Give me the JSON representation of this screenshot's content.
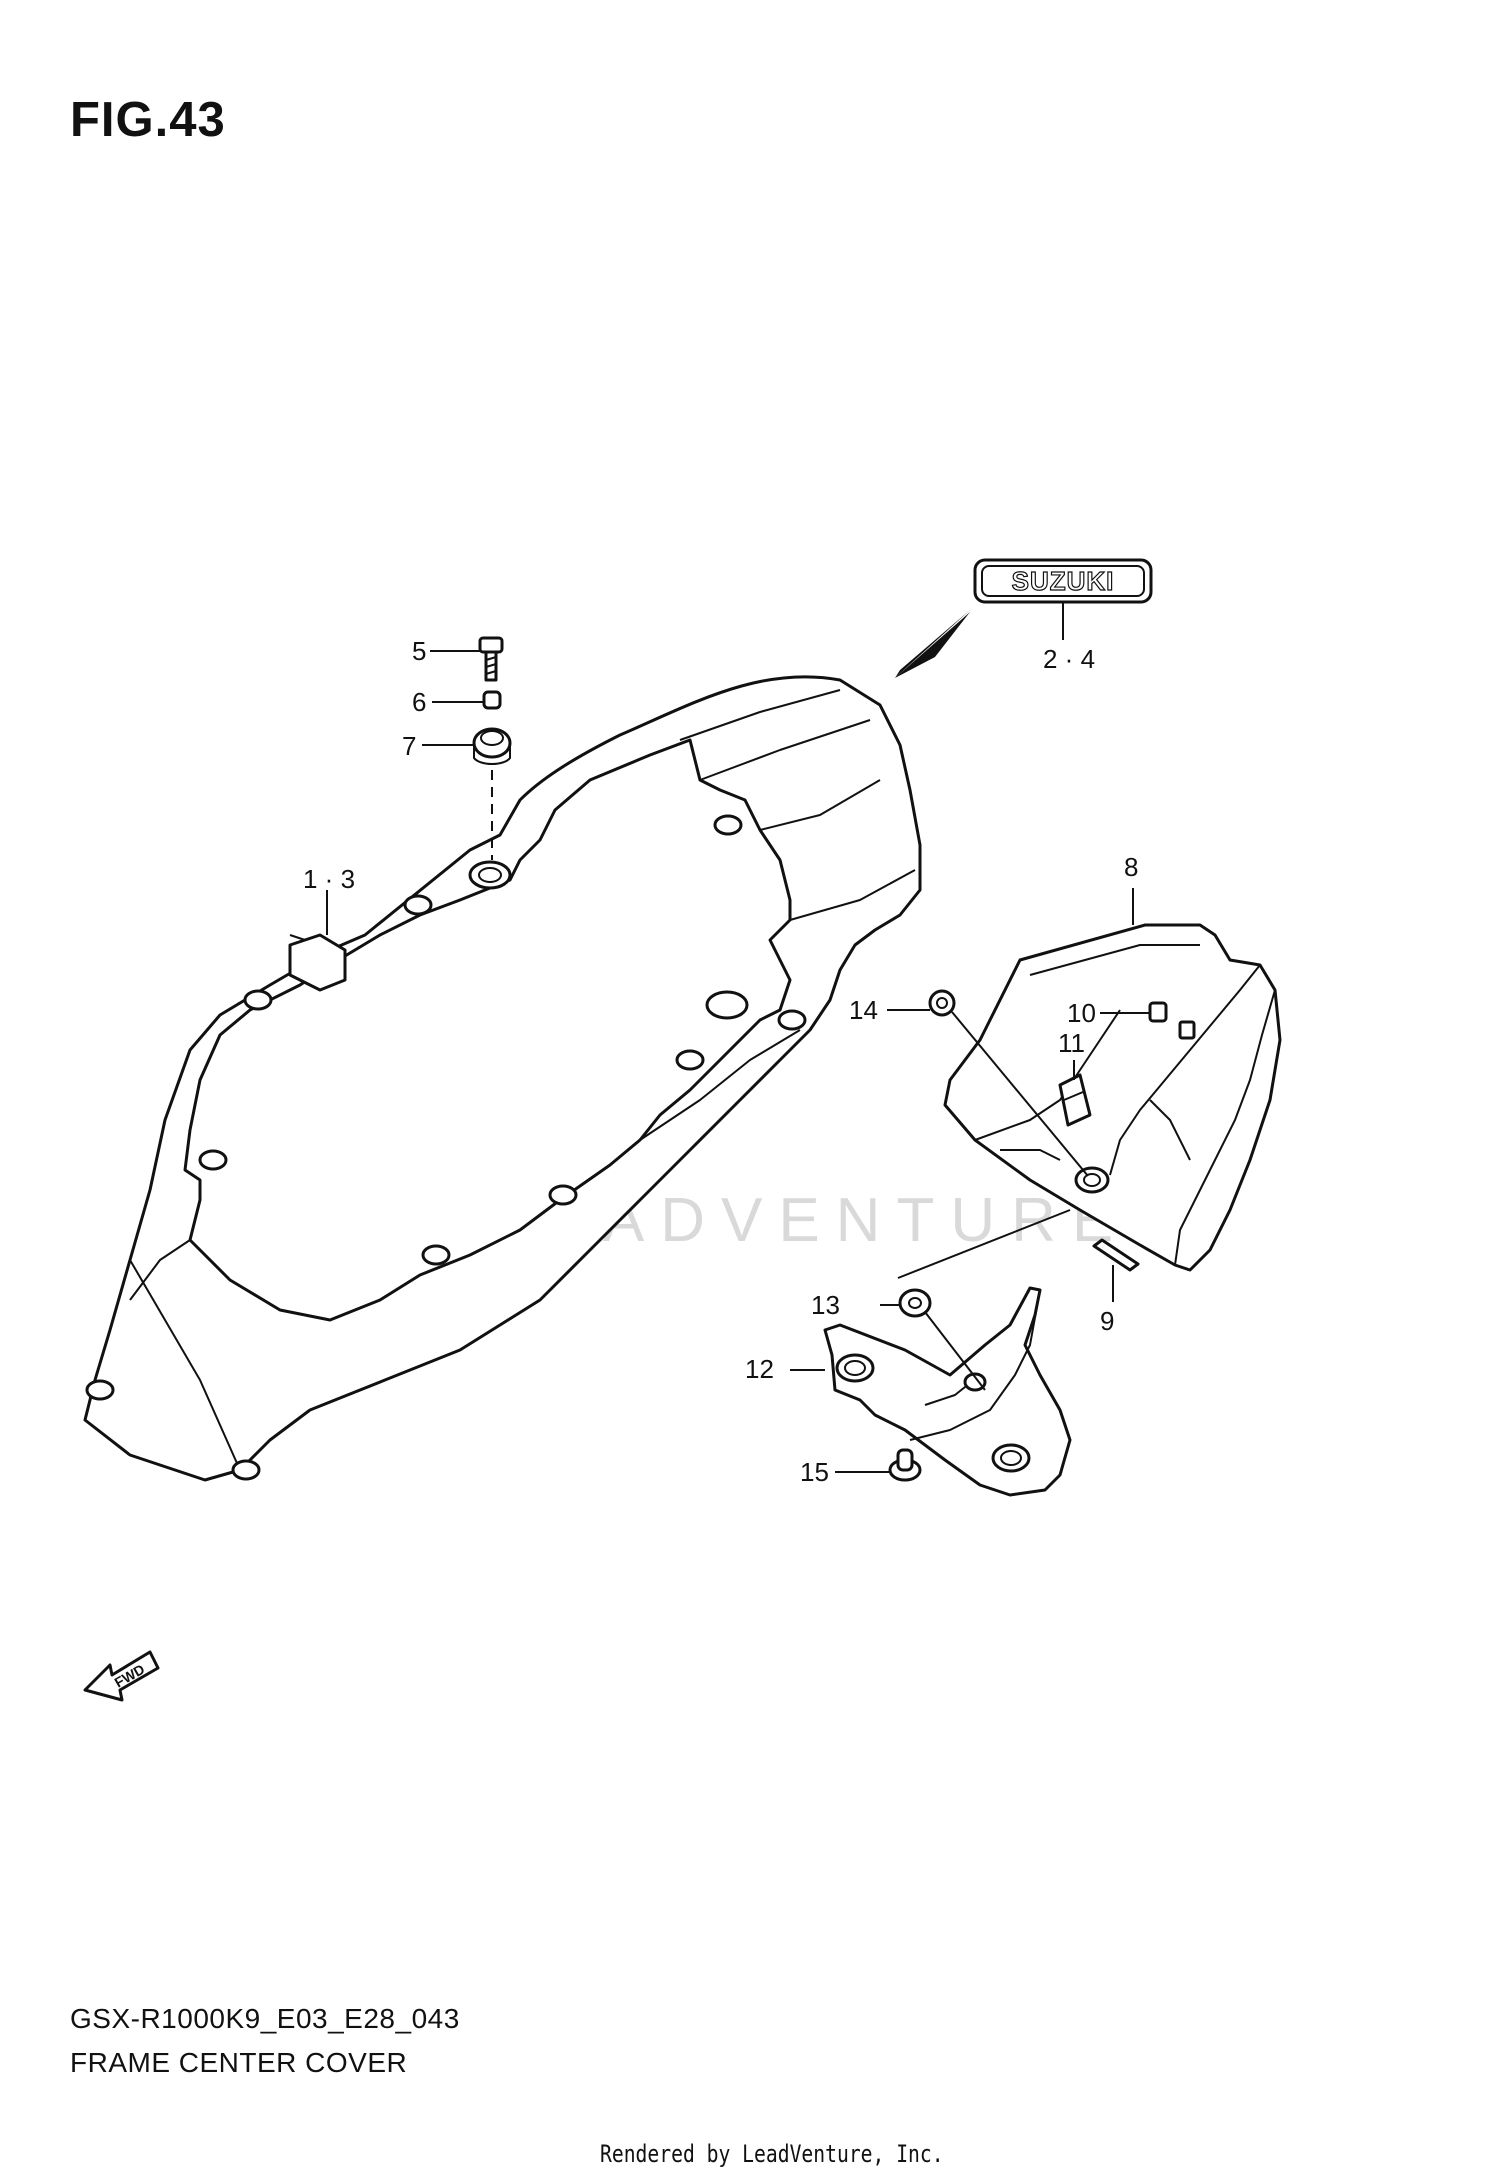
{
  "figure": {
    "title": "FIG.43"
  },
  "emblem": {
    "text": "SUZUKI"
  },
  "fwd_marker": {
    "text": "FWD"
  },
  "callouts": {
    "c13_1": "1 · 3",
    "c24": "2 · 4",
    "c5": "5",
    "c6": "6",
    "c7": "7",
    "c8": "8",
    "c9": "9",
    "c10": "10",
    "c11": "11",
    "c12": "12",
    "c13": "13",
    "c14": "14",
    "c15": "15"
  },
  "footer": {
    "model_code": "GSX-R1000K9_E03_E28_043",
    "caption": "FRAME CENTER COVER",
    "credit": "Rendered by LeadVenture, Inc."
  },
  "watermark": {
    "text": "LEADVENTURE"
  },
  "colors": {
    "line": "#111111",
    "background": "#ffffff",
    "watermark": "#d9d9d9"
  }
}
